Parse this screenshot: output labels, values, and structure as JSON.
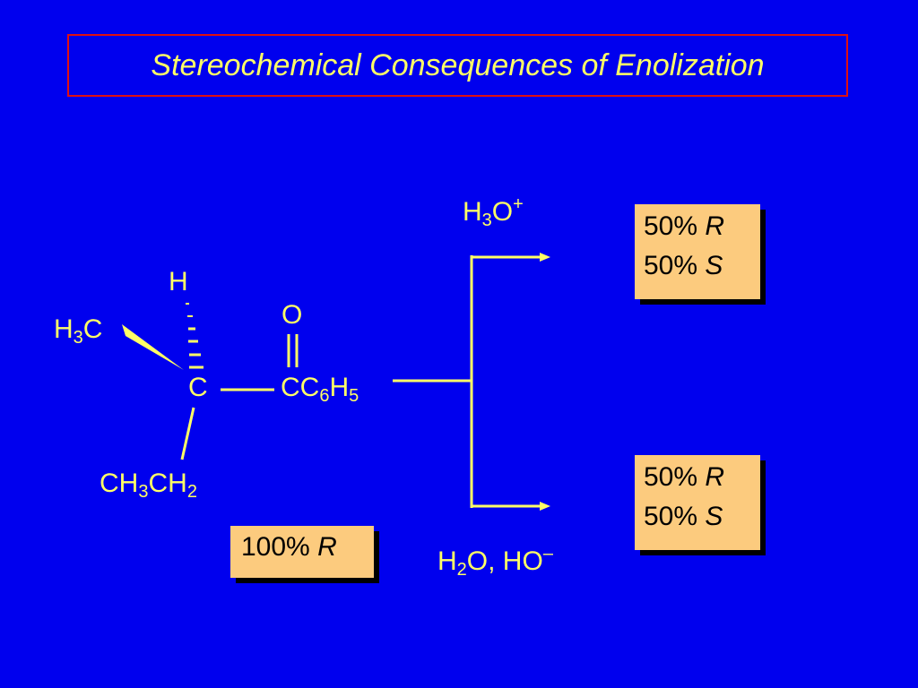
{
  "slide": {
    "title": "Stereochemical Consequences of Enolization",
    "background_color": "#0000ee",
    "text_color": "#ffff66",
    "title_border_color": "#e01010",
    "box_color": "#fccb7e"
  },
  "molecule": {
    "h_top": "H",
    "h3c": {
      "base": "H",
      "sub": "3",
      "tail": "C"
    },
    "center_c": "C",
    "o": "O",
    "carbonyl": {
      "a": "CC",
      "sub1": "6",
      "b": "H",
      "sub2": "5"
    },
    "ethyl": {
      "a": "CH",
      "sub1": "3",
      "b": "CH",
      "sub2": "2"
    }
  },
  "reagents": {
    "acid": {
      "a": "H",
      "sub": "3",
      "b": "O",
      "sup": "+"
    },
    "base": {
      "a": "H",
      "sub": "2",
      "b": "O, HO",
      "sup": "–"
    }
  },
  "boxes": {
    "start": {
      "value": "100% ",
      "config": "R"
    },
    "top": {
      "line1_value": "50% ",
      "line1_config": "R",
      "line2_value": "50% ",
      "line2_config": "S"
    },
    "bottom": {
      "line1_value": "50% ",
      "line1_config": "R",
      "line2_value": "50% ",
      "line2_config": "S"
    }
  }
}
